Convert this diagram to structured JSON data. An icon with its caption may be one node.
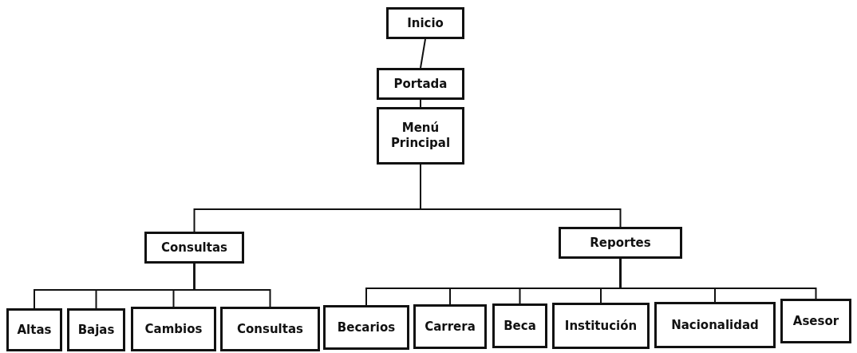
{
  "diagram": {
    "nodes": [
      {
        "text": [
          "Inicio"
        ]
      },
      {
        "text": [
          "Portada"
        ]
      },
      {
        "text": [
          "Menú Principal"
        ]
      },
      {
        "text": [
          "Consultas"
        ]
      },
      {
        "text": [
          "Reportes"
        ]
      },
      {
        "text": [
          "Altas"
        ]
      },
      {
        "text": [
          "Bajas"
        ]
      },
      {
        "text": [
          "Cambios"
        ]
      },
      {
        "text": [
          "Consultas"
        ]
      },
      {
        "text": [
          "Becarios"
        ]
      },
      {
        "text": [
          "Carrera"
        ]
      },
      {
        "text": [
          "Beca"
        ]
      },
      {
        "text": [
          "Institución"
        ]
      },
      {
        "text": [
          "Nacionalidad"
        ]
      },
      {
        "text": [
          "Asesor"
        ]
      }
    ],
    "edges": [
      {
        "from": 0,
        "to": 1,
        "arrow": "none"
      },
      {
        "from": 1,
        "to": 2,
        "arrow": "none"
      },
      {
        "from": 2,
        "to": 3,
        "arrow": "none"
      },
      {
        "from": 2,
        "to": 4,
        "arrow": "none"
      },
      {
        "from": 3,
        "to": 5,
        "arrow": "none"
      },
      {
        "from": 3,
        "to": 6,
        "arrow": "none"
      },
      {
        "from": 3,
        "to": 7,
        "arrow": "none"
      },
      {
        "from": 3,
        "to": 8,
        "arrow": "none"
      },
      {
        "from": 4,
        "to": 9,
        "arrow": "none"
      },
      {
        "from": 4,
        "to": 10,
        "arrow": "none"
      },
      {
        "from": 4,
        "to": 11,
        "arrow": "none"
      },
      {
        "from": 4,
        "to": 12,
        "arrow": "none"
      },
      {
        "from": 4,
        "to": 13,
        "arrow": "none"
      },
      {
        "from": 4,
        "to": 14,
        "arrow": "none"
      }
    ]
  }
}
